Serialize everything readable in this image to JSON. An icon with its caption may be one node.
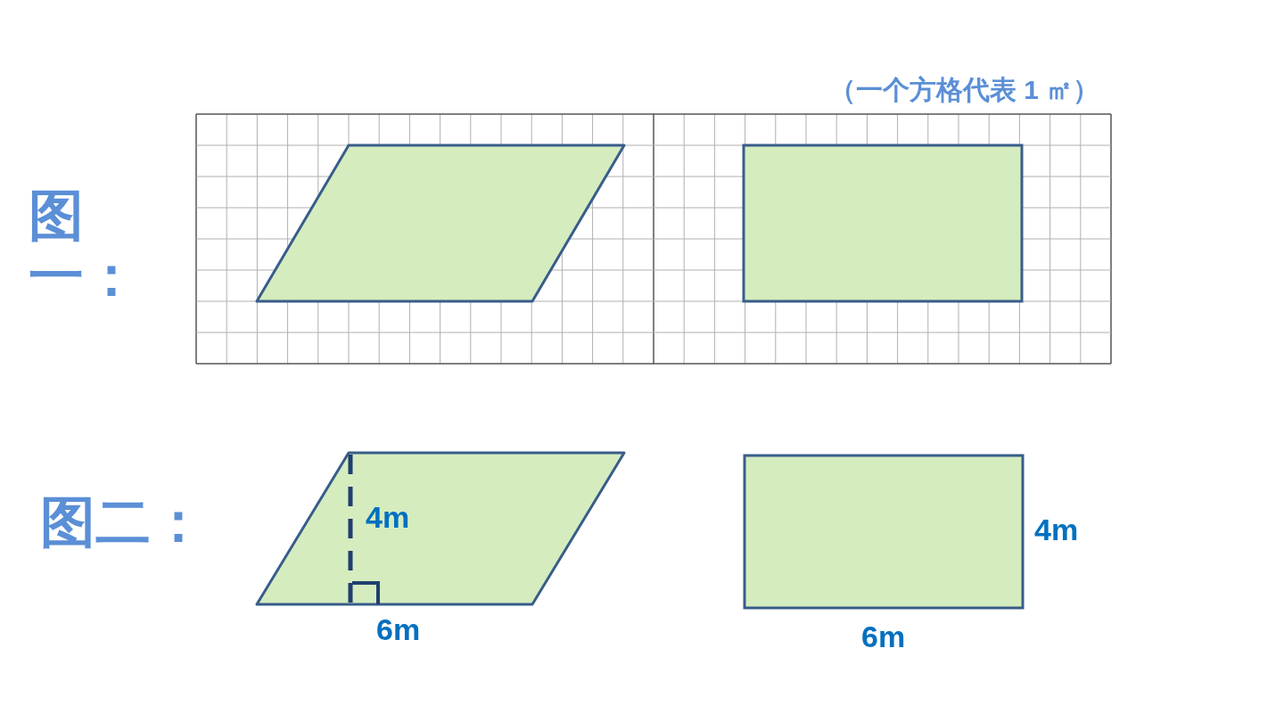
{
  "diagram": {
    "nodes": [
      {
        "text": [],
        "shape": "parallelogram"
      },
      {
        "text": [],
        "shape": "box"
      },
      {
        "text": [],
        "shape": "parallelogram"
      },
      {
        "text": [],
        "shape": "box"
      }
    ],
    "labels": [
      "（一个方格代表 1 ㎡）",
      "图一：",
      "图二：",
      "4m",
      "6m",
      "4m",
      "6m"
    ]
  }
}
